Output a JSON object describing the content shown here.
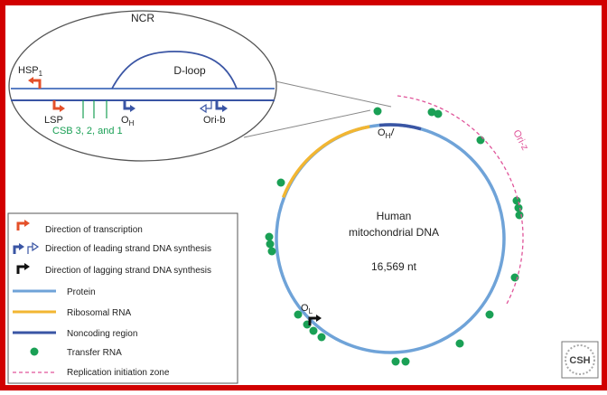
{
  "ncr": {
    "title": "NCR",
    "dloop": "D-loop",
    "hsp": "HSP",
    "hsp_sub": "1",
    "lsp": "LSP",
    "oh_inset": "O",
    "oh_inset_sub": "H",
    "orib": "Ori-b",
    "csb": "CSB 3, 2, and 1"
  },
  "genome": {
    "oh_label": "O",
    "oh_sub": "H",
    "ol_label": "O",
    "ol_sub": "L",
    "orir": "Ori-z",
    "center_line1": "Human",
    "center_line2": "mitochondrial DNA",
    "size": "16,569 nt"
  },
  "legend": {
    "items": [
      {
        "label": "Direction of transcription",
        "icon": "red-arrow-icon"
      },
      {
        "label": "Direction of leading strand DNA synthesis",
        "icon": "blue-arrows-icon"
      },
      {
        "label": "Direction of lagging strand DNA synthesis",
        "icon": "black-arrow-icon"
      },
      {
        "label": "Protein",
        "icon": "light-blue-line-icon"
      },
      {
        "label": "Ribosomal RNA",
        "icon": "orange-line-icon"
      },
      {
        "label": "Noncoding region",
        "icon": "dark-blue-line-icon"
      },
      {
        "label": "Transfer RNA",
        "icon": "green-dot-icon"
      },
      {
        "label": "Replication initiation zone",
        "icon": "pink-dashed-line-icon"
      }
    ]
  },
  "logo": {
    "text": "CSH"
  },
  "colors": {
    "protein": "#6fa3d8",
    "rrna": "#f2b632",
    "noncoding": "#3a55a4",
    "trna": "#1aa055",
    "transcription": "#e4502a",
    "leading": "#3a55a4",
    "lagging": "#111111",
    "initiation": "#e0559a",
    "frame": "#d10000"
  }
}
